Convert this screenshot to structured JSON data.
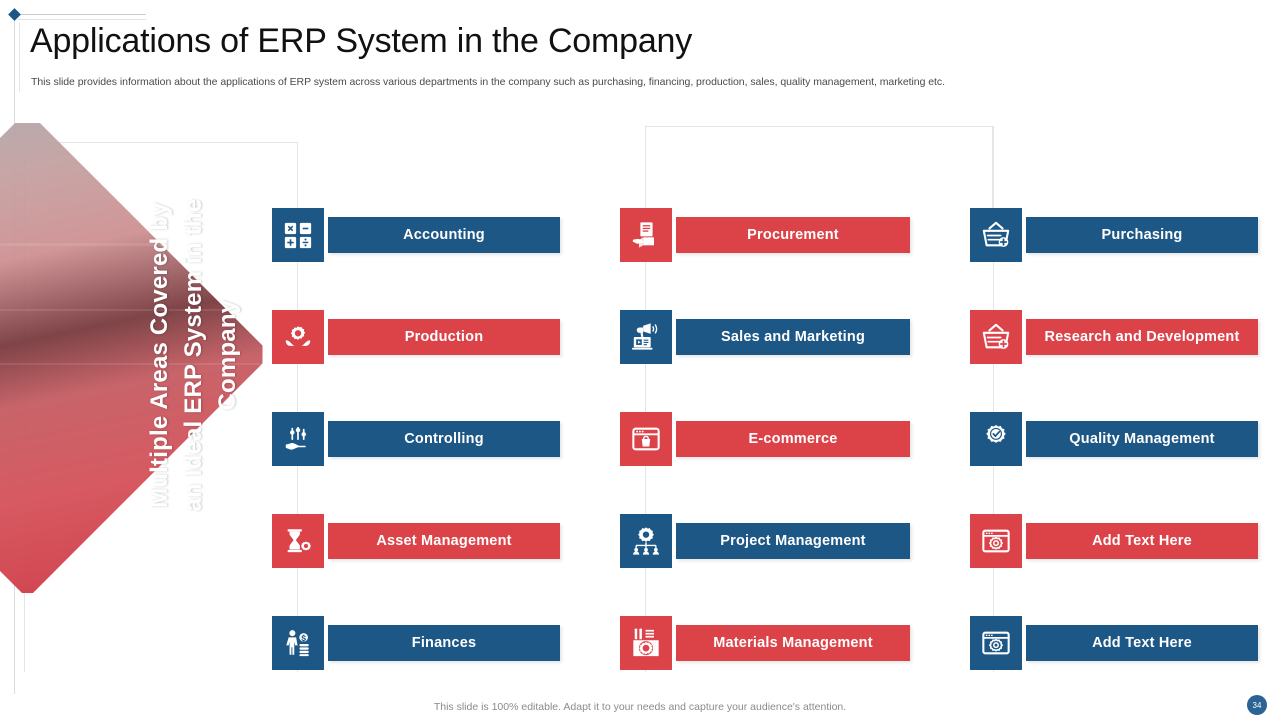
{
  "header": {
    "title": "Applications of ERP System in the Company",
    "subtitle": "This slide provides information about the applications of ERP system across various departments in the company such as purchasing, financing, production, sales, quality management, marketing etc."
  },
  "diamond_panel": {
    "label": "Multiple Areas Covered by an Ideal ERP System in the Company"
  },
  "colors": {
    "blue": "#1d5786",
    "red": "#dc4349",
    "title_text": "#111111",
    "subtitle_text": "#4a4a4a",
    "connector_line": "#e3e5e8",
    "page_badge": "#2b6395"
  },
  "columns": [
    {
      "name": "column-1",
      "items": [
        {
          "label": "Accounting",
          "color": "blue",
          "icon": "calculator-icon"
        },
        {
          "label": "Production",
          "color": "red",
          "icon": "hands-gear-icon"
        },
        {
          "label": "Controlling",
          "color": "blue",
          "icon": "hand-sliders-icon"
        },
        {
          "label": "Asset Management",
          "color": "red",
          "icon": "hourglass-gear-icon"
        },
        {
          "label": "Finances",
          "color": "blue",
          "icon": "person-coins-icon"
        }
      ]
    },
    {
      "name": "column-2",
      "items": [
        {
          "label": "Procurement",
          "color": "red",
          "icon": "hand-document-box-icon"
        },
        {
          "label": "Sales and Marketing",
          "color": "blue",
          "icon": "monitor-megaphone-icon"
        },
        {
          "label": "E-commerce",
          "color": "red",
          "icon": "browser-shopping-bag-icon"
        },
        {
          "label": "Project Management",
          "color": "blue",
          "icon": "gear-org-chart-icon"
        },
        {
          "label": "Materials Management",
          "color": "red",
          "icon": "factory-gear-icon"
        }
      ]
    },
    {
      "name": "column-3",
      "items": [
        {
          "label": "Research and Development",
          "color": "red",
          "icon": "basket-plus-icon"
        },
        {
          "label": "Purchasing",
          "color": "blue",
          "icon": "basket-plus-icon"
        },
        {
          "label": "Quality Management",
          "color": "blue",
          "icon": "gear-check-icon"
        },
        {
          "label": "Add Text Here",
          "color": "red",
          "icon": "browser-gear-icon"
        },
        {
          "label": "Add Text Here",
          "color": "blue",
          "icon": "browser-gear-icon"
        }
      ]
    }
  ],
  "footer": {
    "note": "This slide is 100% editable. Adapt it to your needs and capture your audience's attention.",
    "page_number": "34"
  }
}
